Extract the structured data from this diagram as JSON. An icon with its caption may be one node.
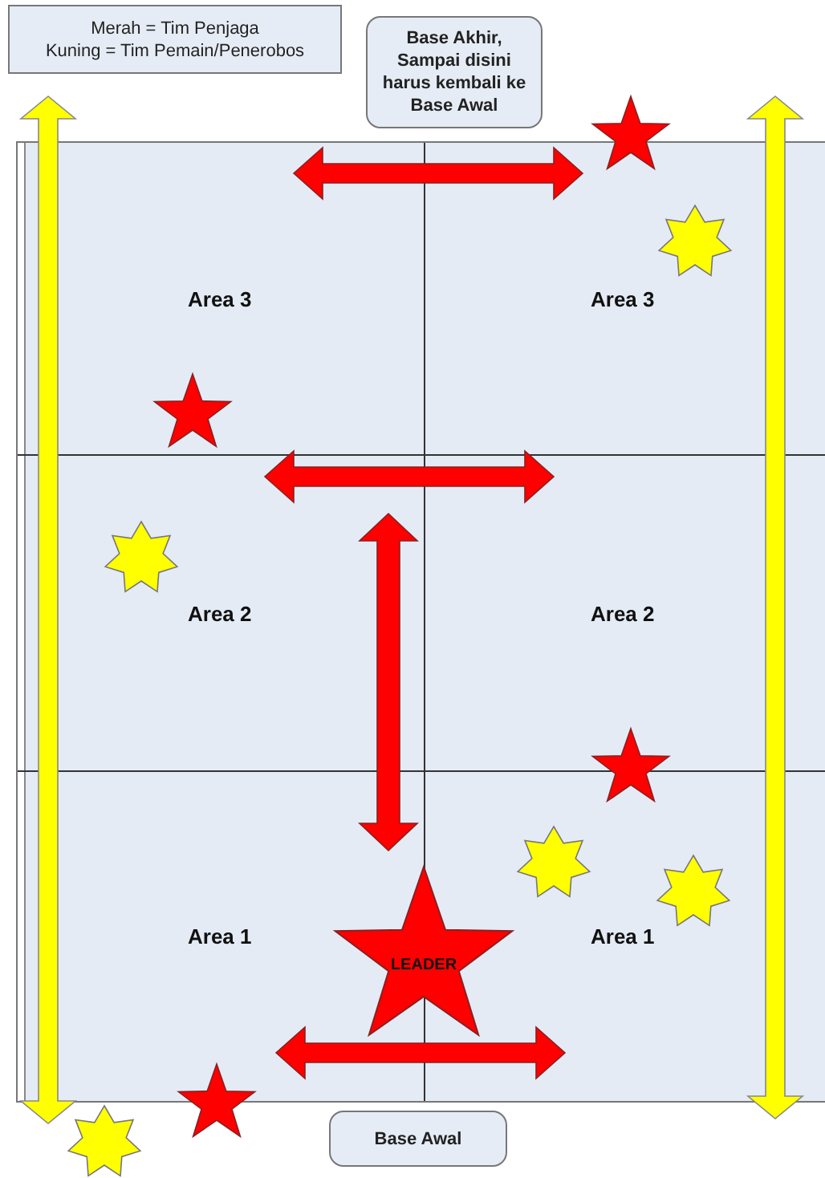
{
  "diagram": {
    "nodes": [
      {
        "text": [
          "Merah = Tim Penjaga",
          "Kuning = Tim Pemain/Penerobos"
        ]
      },
      {
        "text": [
          "Base Akhir, Sampai disini harus kembali ke Base Awal"
        ]
      },
      {
        "text": [
          "Area 3"
        ]
      },
      {
        "text": [
          "Area 3"
        ]
      },
      {
        "text": [
          "Area 2"
        ]
      },
      {
        "text": [
          "Area 2"
        ]
      },
      {
        "text": [
          "Area 1"
        ]
      },
      {
        "text": [
          "Area 1"
        ]
      },
      {
        "text": [
          "LEADER"
        ]
      },
      {
        "text": [
          "Base Awal"
        ]
      }
    ]
  }
}
